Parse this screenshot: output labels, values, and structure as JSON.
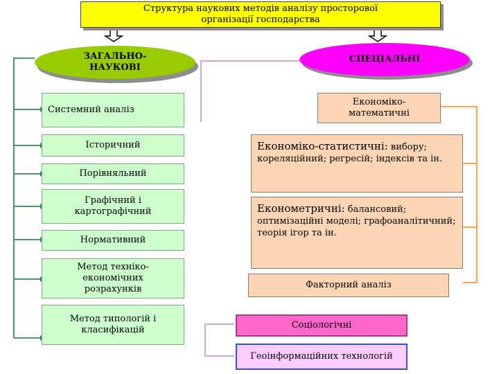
{
  "title": "Структура наукових методів аналізу просторової організації господарства",
  "general": {
    "label": "ЗАГАЛЬНО-НАУКОВІ",
    "color": "#99cc00",
    "items": [
      "Системний аналіз",
      "Історичний",
      "Порівняльний",
      "Графічний і картографічний",
      "Нормативний",
      "Метод техніко-економічних розрахунків",
      "Метод типологій і класифікацій"
    ]
  },
  "special": {
    "label": "СПЕЦІАЛЬНІ",
    "color": "#ff00ff",
    "items": {
      "econ_math": "Економіко-математичні",
      "econ_stat_head": "Економіко-статистичні:",
      "econ_stat_rest": "вибору; кореляційний; регресій; індексів та ін.",
      "econometric_head": "Економетричні:",
      "econometric_rest": "балансовий; оптимізаційні моделі; графоаналітичний; теорія ігор та ін.",
      "factor": "Факторний аналіз",
      "sociological": "Соціологічні",
      "geoinfo": "Геоінформаційних технологій"
    }
  },
  "colors": {
    "title_bg": "#ffff00",
    "green_box": "#ccffcc",
    "green_line": "#2e8b57",
    "peach_box": "#fcd5b4",
    "orange_line": "#ff9933",
    "violet_line": "#cc99cc",
    "pink_box": "#ff66cc"
  }
}
